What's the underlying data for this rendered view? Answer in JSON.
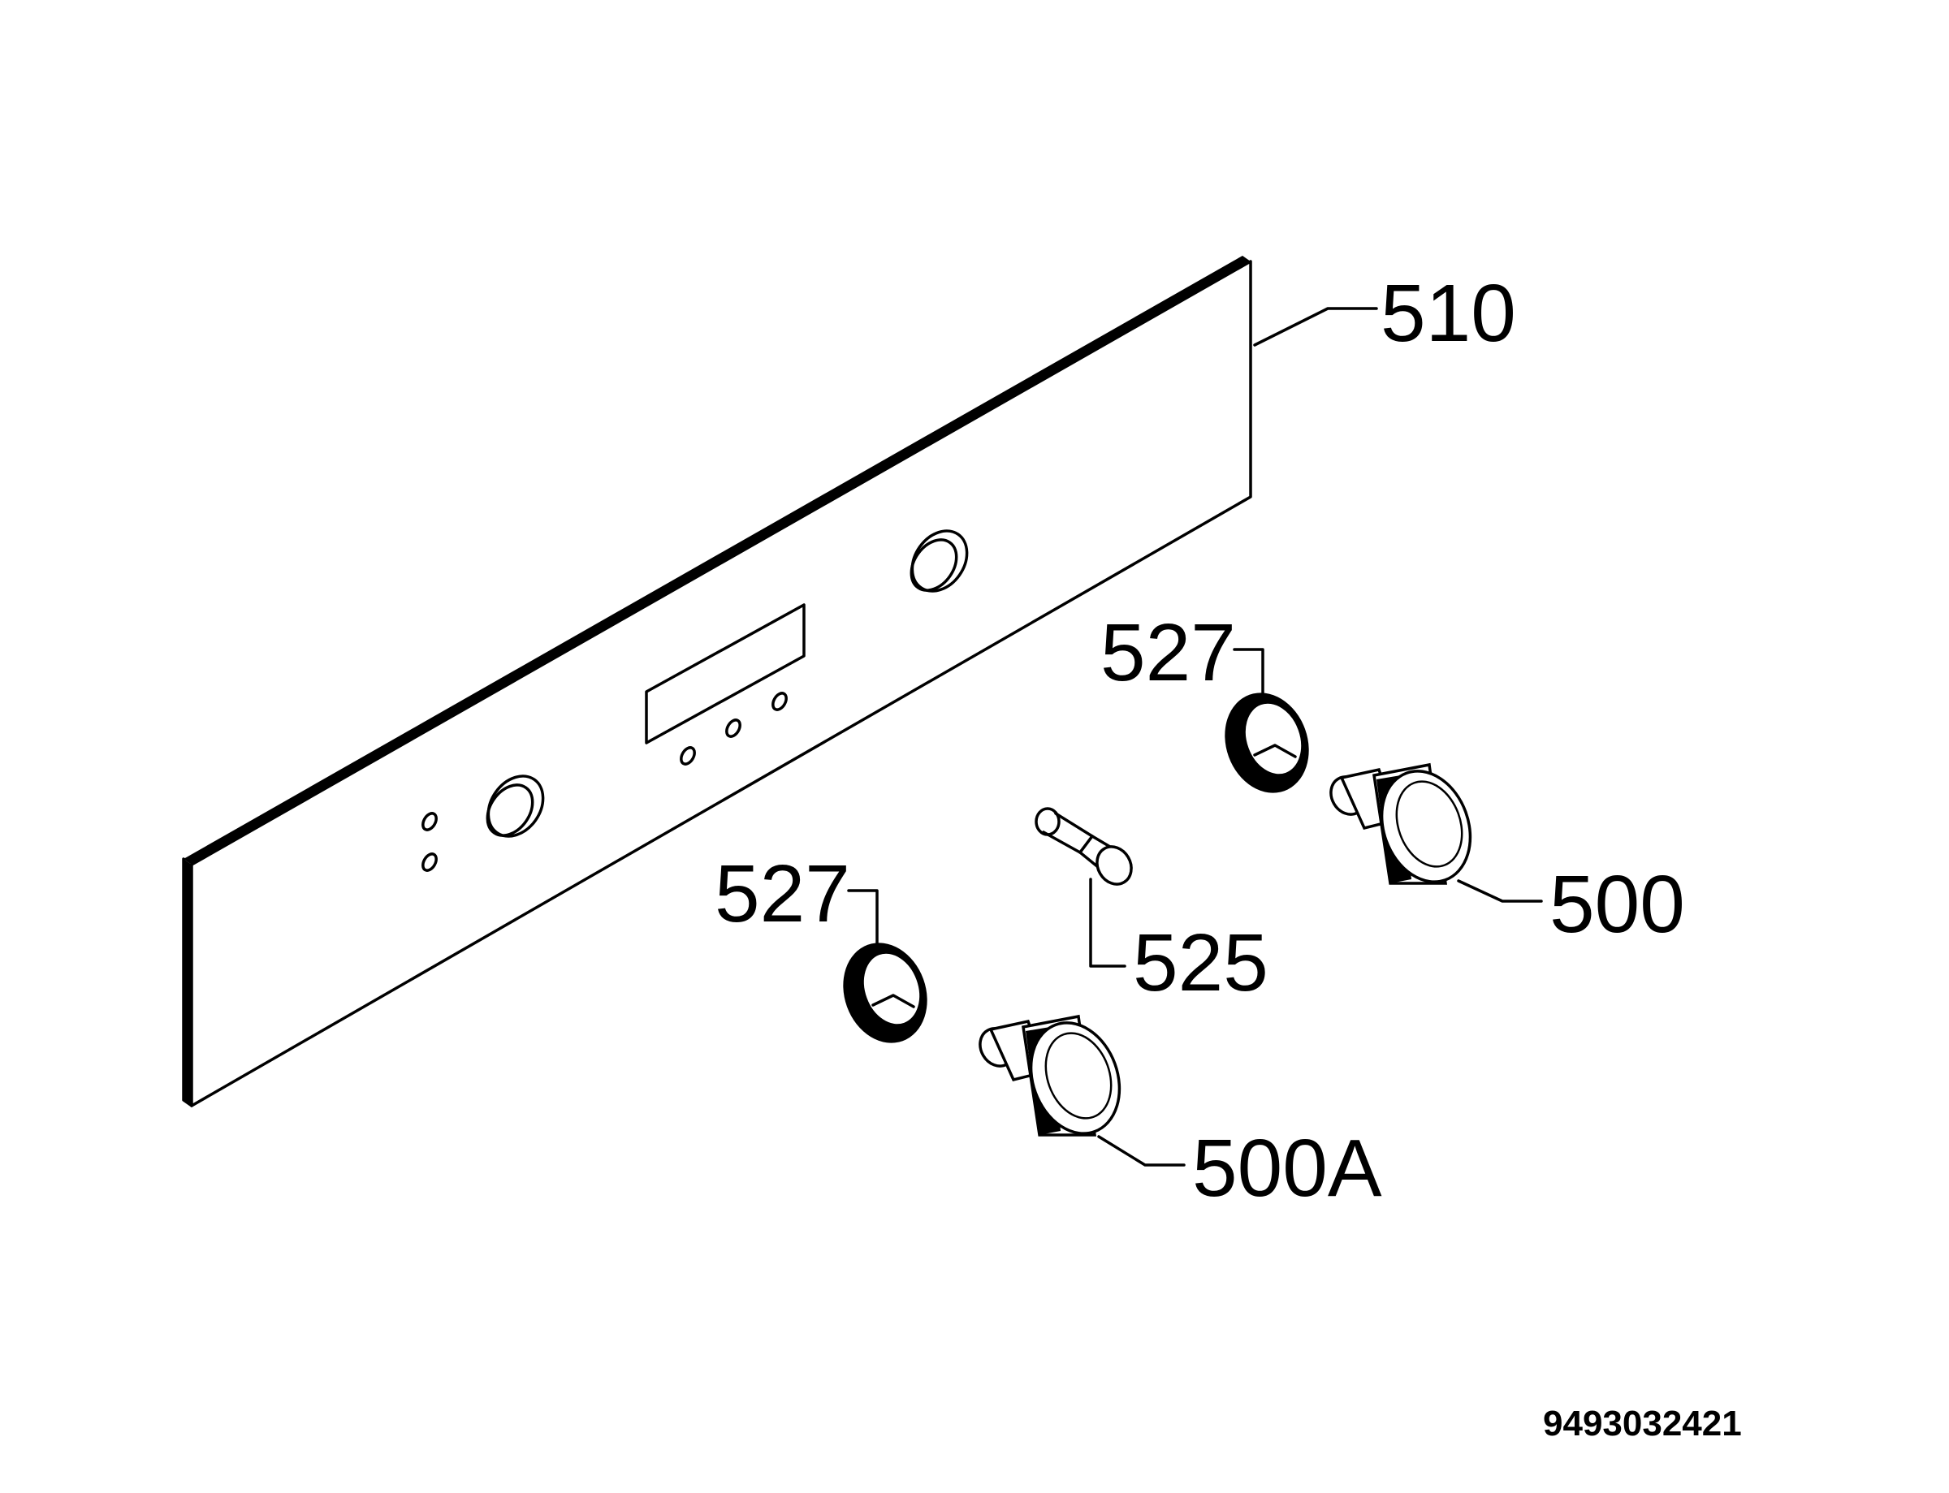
{
  "diagram": {
    "callouts": {
      "panel": "510",
      "ring_upper": "527",
      "ring_lower": "527",
      "knob_upper": "500",
      "knob_lower": "500A",
      "pin": "525"
    },
    "document_number": "9493032421",
    "colors": {
      "line": "#000000",
      "background": "#ffffff"
    }
  }
}
